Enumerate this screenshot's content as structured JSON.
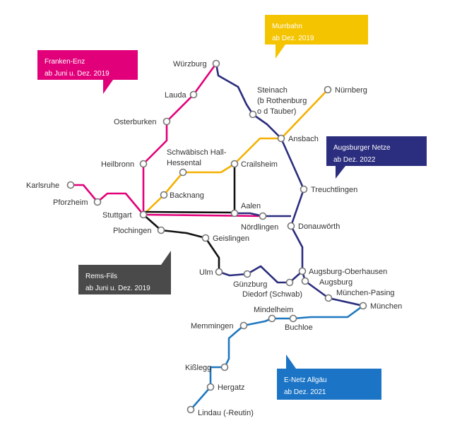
{
  "colors": {
    "franken_enz": "#e2007a",
    "murrbahn": "#f5b000",
    "rems_fils": "#111111",
    "augsburger_netze": "#2b2d7e",
    "e_netz_allgaeu": "#1f78bf",
    "callout_rems_fils": "#4a4a4a",
    "callout_e_netz": "#1b74c5",
    "station_outline": "#777777"
  },
  "callouts": {
    "franken_enz": {
      "line1": "Franken-Enz",
      "line2": "ab Juni u. Dez. 2019"
    },
    "murrbahn": {
      "line1": "Murrbahn",
      "line2": "ab Dez. 2019"
    },
    "augsburger_netze": {
      "line1": "Augsburger Netze",
      "line2": "ab Dez. 2022"
    },
    "rems_fils": {
      "line1": "Rems-Fils",
      "line2": "ab Juni u. Dez. 2019"
    },
    "e_netz_allgaeu": {
      "line1": "E-Netz Allgäu",
      "line2": "ab Dez. 2021"
    }
  },
  "stations": {
    "wuerzburg": "Würzburg",
    "lauda": "Lauda",
    "osterburken": "Osterburken",
    "heilbronn": "Heilbronn",
    "karlsruhe": "Karlsruhe",
    "pforzheim": "Pforzheim",
    "stuttgart": "Stuttgart",
    "plochingen": "Plochingen",
    "geislingen": "Geislingen",
    "ulm": "Ulm",
    "guenzburg": "Günzburg",
    "diedorf": "Diedorf (Schwab)",
    "augsburg_oberhausen": "Augsburg-Oberhausen",
    "augsburg": "Augsburg",
    "muenchen_pasing": "München-Pasing",
    "muenchen": "München",
    "backnang": "Backnang",
    "schwaebisch_hall_1": "Schwäbisch Hall-",
    "schwaebisch_hall_2": "Hessental",
    "crailsheim": "Crailsheim",
    "aalen": "Aalen",
    "noerdlingen": "Nördlingen",
    "donauwoerth": "Donauwörth",
    "treuchtlingen": "Treuchtlingen",
    "ansbach": "Ansbach",
    "nuernberg": "Nürnberg",
    "steinach_1": "Steinach",
    "steinach_2": "(b Rothenburg",
    "steinach_3": "o d Tauber)",
    "mindelheim": "Mindelheim",
    "memmingen": "Memmingen",
    "buchloe": "Buchloe",
    "kisslegg": "Kißlegg",
    "hergatz": "Hergatz",
    "lindau": "Lindau (-Reutin)"
  }
}
